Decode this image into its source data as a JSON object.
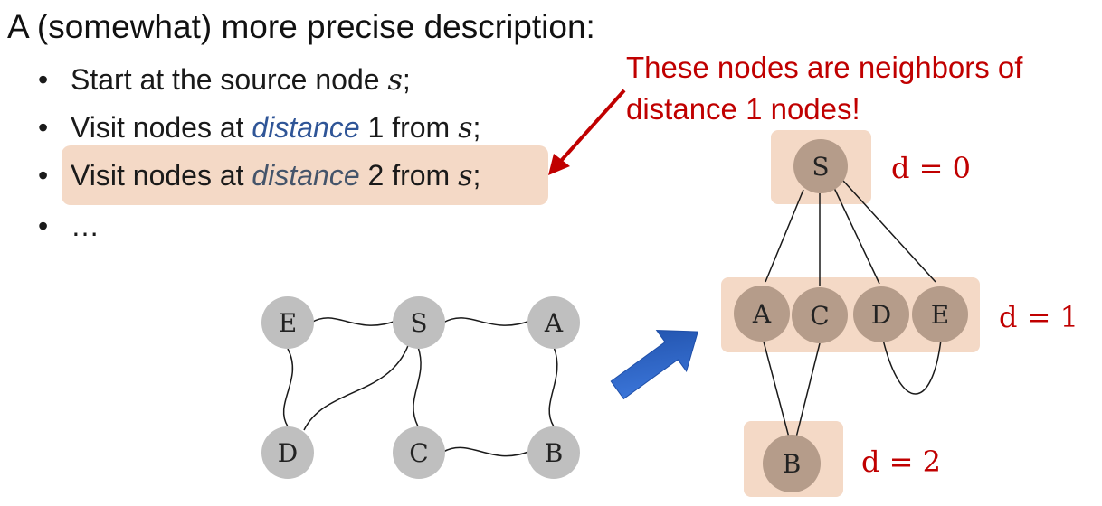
{
  "title": "A (somewhat) more precise description:",
  "bullets": [
    {
      "pre": "Start at the source node ",
      "var": "s",
      "post": ";"
    },
    {
      "pre": "Visit nodes at ",
      "em": "distance",
      "mid": " 1 from ",
      "var": "s",
      "post": ";"
    },
    {
      "pre": "Visit nodes at ",
      "em": "distance",
      "mid": " 2 from ",
      "var": "s",
      "post": ";"
    },
    {
      "text": "…"
    }
  ],
  "bullet_symbol": "•",
  "annotation": {
    "line1": "These nodes are neighbors of",
    "line2": "distance 1 nodes!"
  },
  "left_graph": {
    "nodes": {
      "E": "E",
      "S": "S",
      "A": "A",
      "D": "D",
      "C": "C",
      "B": "B"
    },
    "edges": [
      [
        "E",
        "S"
      ],
      [
        "S",
        "A"
      ],
      [
        "E",
        "D"
      ],
      [
        "S",
        "D"
      ],
      [
        "S",
        "C"
      ],
      [
        "A",
        "B"
      ],
      [
        "C",
        "B"
      ]
    ]
  },
  "right_graph": {
    "nodes": {
      "S": "S",
      "A": "A",
      "C": "C",
      "D": "D",
      "E": "E",
      "B": "B"
    },
    "levels": [
      {
        "label": "d = 0",
        "nodes": [
          "S"
        ]
      },
      {
        "label": "d = 1",
        "nodes": [
          "A",
          "C",
          "D",
          "E"
        ]
      },
      {
        "label": "d = 2",
        "nodes": [
          "B"
        ]
      }
    ],
    "edges": [
      [
        "S",
        "A"
      ],
      [
        "S",
        "C"
      ],
      [
        "S",
        "D"
      ],
      [
        "S",
        "E"
      ],
      [
        "A",
        "B"
      ],
      [
        "C",
        "B"
      ],
      [
        "D",
        "E"
      ]
    ]
  },
  "colors": {
    "highlight": "#f4d9c6",
    "annotation": "#c00000",
    "distance_word_blue": "#2f5597",
    "distance_word_muted": "#44546a",
    "left_node_fill": "#bfbfbf",
    "right_node_fill": "#b59c8a",
    "level_box": "#f4d9c6",
    "flow_arrow": "#2e64c6"
  }
}
